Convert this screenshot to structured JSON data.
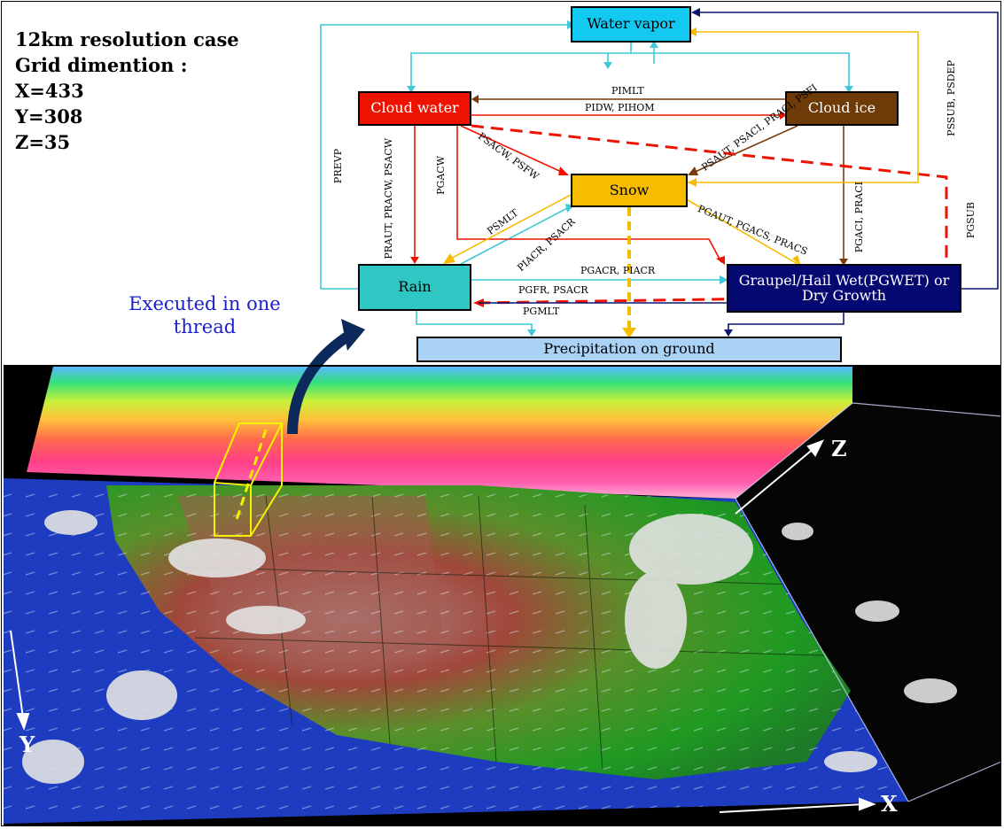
{
  "info_lines": [
    "12km resolution case",
    "Grid dimention :",
    "X=433",
    "Y=308",
    "Z=35"
  ],
  "executed_label": "Executed in one thread",
  "boxes": {
    "water_vapor": "Water vapor",
    "cloud_water": "Cloud water",
    "cloud_ice": "Cloud ice",
    "snow": "Snow",
    "rain": "Rain",
    "graupel": "Graupel/Hail Wet(PGWET) or Dry Growth",
    "precipitation": "Precipitation on ground"
  },
  "process_labels": {
    "pimlt": "PIMLT",
    "pidw_pihom": "PIDW, PIHOM",
    "prevp": "PREVP",
    "praut_pracw_psacw": "PRAUT, PRACW, PSACW",
    "pgacw": "PGACW",
    "psacw_psfw": "PSACW, PSFW",
    "psaut_psaci_praci_psfi": "PSAUT, PSACI, PRACI, PSFI",
    "psmlt": "PSMLT",
    "piacr_psacr": "PIACR, PSACR",
    "pgaut_pgacs_pracs": "PGAUT, PGACS, PRACS",
    "pgaci_praci": "PGACI, PRACI",
    "pssub_psdep": "PSSUB, PSDEP",
    "pgsub": "PGSUB",
    "pgacr_piacr": "PGACR, PIACR",
    "pgfr_psacr": "PGFR, PSACR",
    "pgmlt": "PGMLT"
  },
  "axes": {
    "z": "Z",
    "y": "Y",
    "x": "X"
  },
  "colors": {
    "water_vapor": "#13c9f2",
    "cloud_water": "#ee1300",
    "cloud_ice": "#6e3a08",
    "snow": "#f7bc00",
    "rain": "#2fc7c3",
    "graupel": "#060872",
    "precipitation": "#a9d2f5",
    "thread_column": "#f5f200",
    "executed_text": "#1a1fc9"
  }
}
